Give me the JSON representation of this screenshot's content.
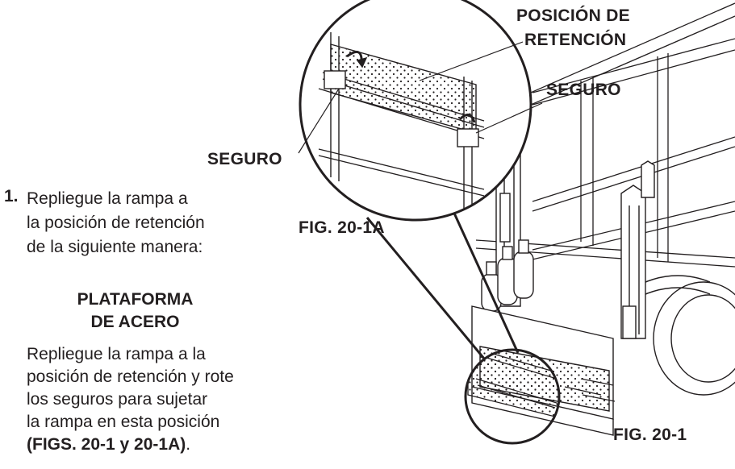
{
  "instructions": {
    "step_number": "1.",
    "step_lines": [
      "Repliegue la rampa a",
      "la posición de retención",
      "de la siguiente manera:"
    ],
    "section_title_lines": [
      "PLATAFORMA",
      "DE ACERO"
    ],
    "body_lines": [
      "Repliegue la rampa a la",
      "posición de retención y rote",
      "los seguros para sujetar",
      "la rampa en esta posición"
    ],
    "body_ref": "(FIGS. 20-1 y 20-1A)",
    "body_ref_tail": "."
  },
  "figure": {
    "label_retention_line1": "POSICIÓN DE",
    "label_retention_line2": "RETENCIÓN",
    "label_latch_right": "SEGURO",
    "label_latch_left": "SEGURO",
    "fig_detail": "FIG. 20-1A",
    "fig_main": "FIG. 20-1"
  },
  "colors": {
    "ink": "#231f20",
    "background": "#ffffff"
  }
}
